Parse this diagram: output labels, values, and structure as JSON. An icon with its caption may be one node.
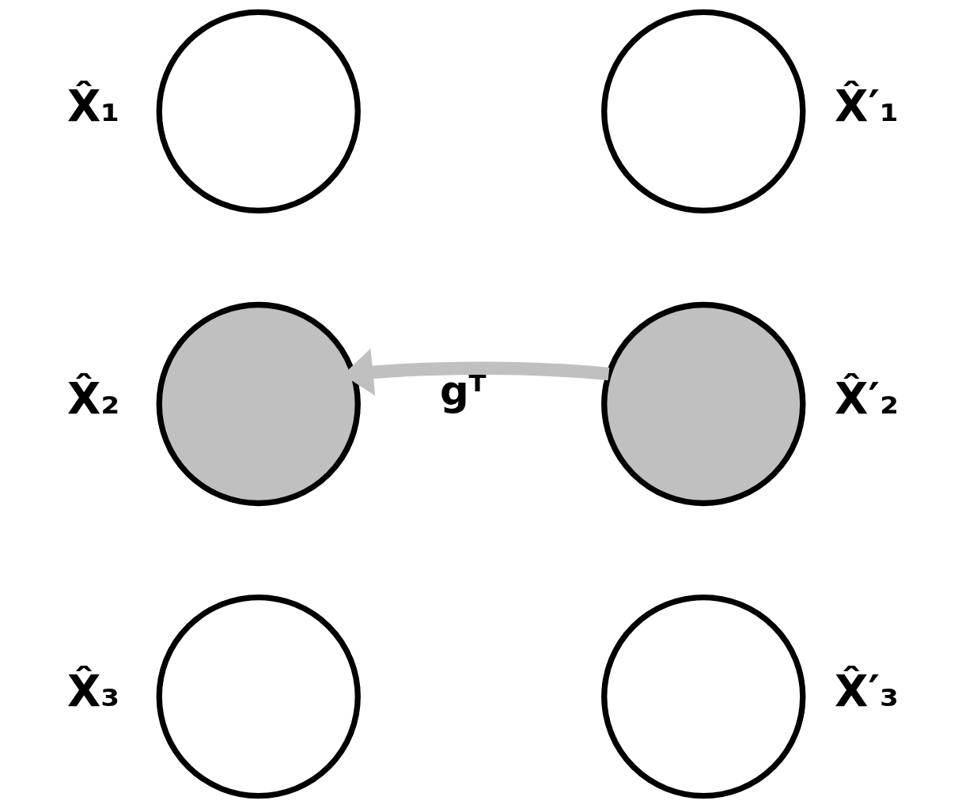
{
  "diagram": {
    "nodes": [
      {
        "text": [],
        "shape": "circle",
        "beside": [
          "X̂₁"
        ]
      },
      {
        "text": [],
        "shape": "circle",
        "beside": [
          "X̂′₁"
        ]
      },
      {
        "text": [],
        "shape": "circle",
        "beside": [
          "X̂₂"
        ]
      },
      {
        "text": [],
        "shape": "circle",
        "beside": [
          "X̂′₂"
        ]
      },
      {
        "text": [],
        "shape": "circle",
        "beside": [
          "X̂₃"
        ]
      },
      {
        "text": [],
        "shape": "circle",
        "beside": [
          "X̂′₃"
        ]
      }
    ],
    "edges": [
      {
        "from": 3,
        "to": 2,
        "arrow": "to",
        "label": "gᵀ",
        "color": "#c0c0c0"
      }
    ]
  }
}
